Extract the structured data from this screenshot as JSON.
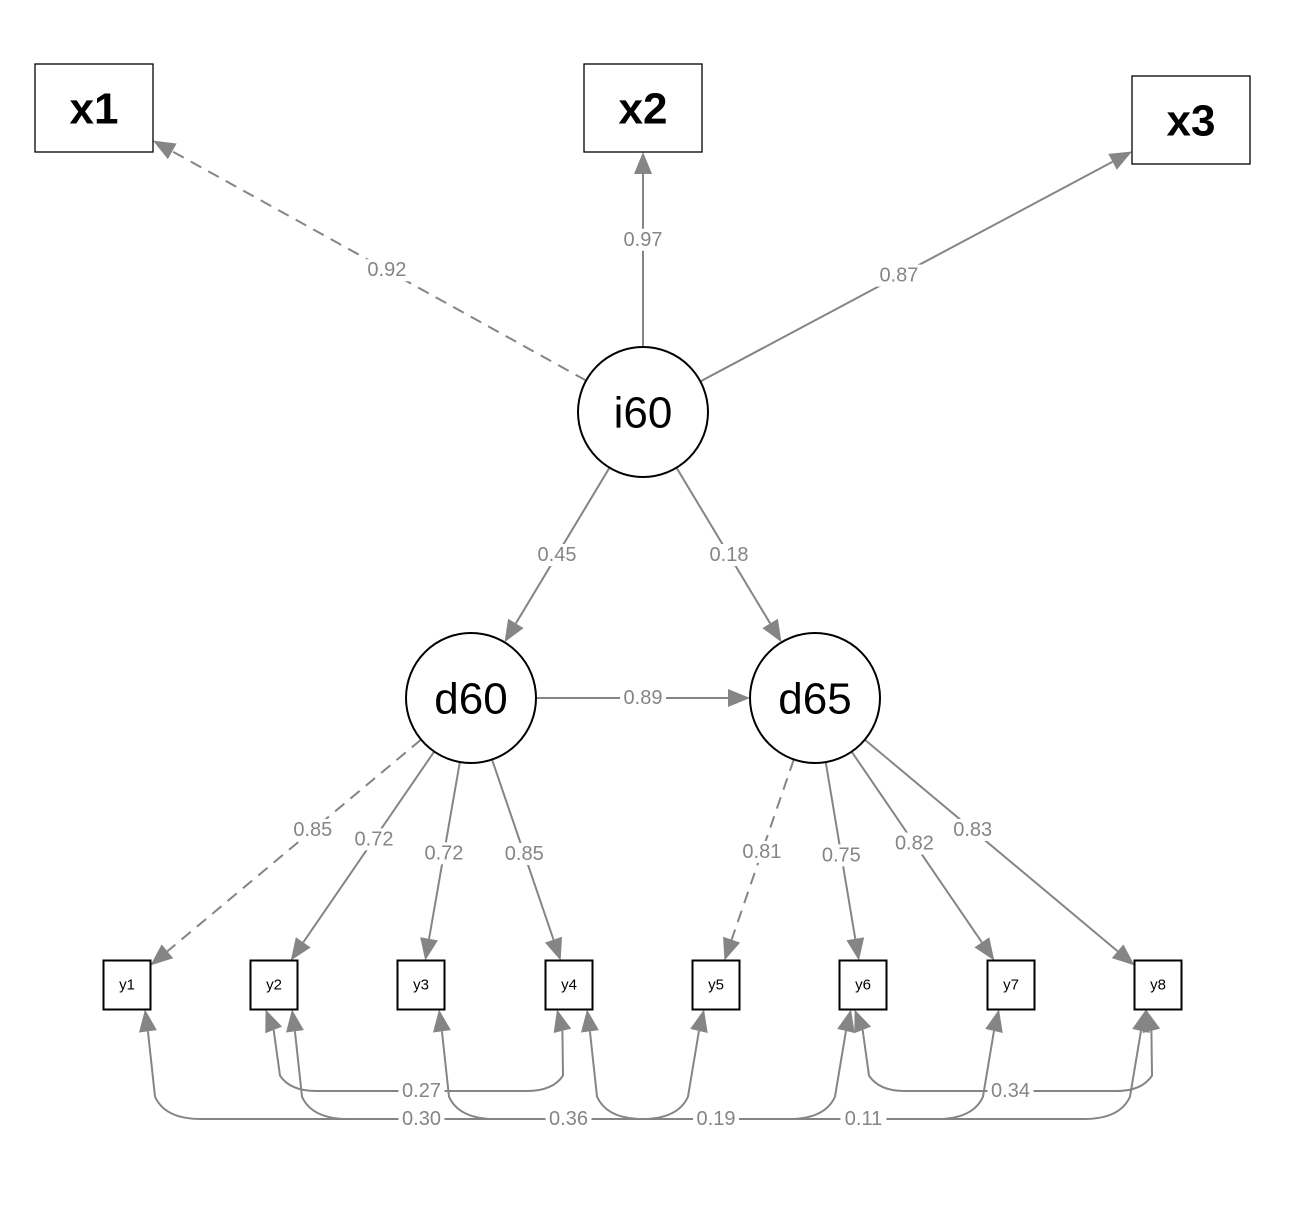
{
  "diagram": {
    "type": "structural-equation-model path diagram",
    "edge_color": "#858585",
    "node_border_color": "#000000",
    "observed_large": [
      {
        "id": "x1",
        "label": "x1"
      },
      {
        "id": "x2",
        "label": "x2"
      },
      {
        "id": "x3",
        "label": "x3"
      }
    ],
    "latent": [
      {
        "id": "i60",
        "label": "i60"
      },
      {
        "id": "d60",
        "label": "d60"
      },
      {
        "id": "d65",
        "label": "d65"
      }
    ],
    "observed_small": [
      {
        "id": "y1",
        "label": "y1"
      },
      {
        "id": "y2",
        "label": "y2"
      },
      {
        "id": "y3",
        "label": "y3"
      },
      {
        "id": "y4",
        "label": "y4"
      },
      {
        "id": "y5",
        "label": "y5"
      },
      {
        "id": "y6",
        "label": "y6"
      },
      {
        "id": "y7",
        "label": "y7"
      },
      {
        "id": "y8",
        "label": "y8"
      }
    ],
    "loadings": [
      {
        "from": "i60",
        "to": "x1",
        "value": "0.92",
        "fixed": true
      },
      {
        "from": "i60",
        "to": "x2",
        "value": "0.97",
        "fixed": false
      },
      {
        "from": "i60",
        "to": "x3",
        "value": "0.87",
        "fixed": false
      },
      {
        "from": "d60",
        "to": "y1",
        "value": "0.85",
        "fixed": true
      },
      {
        "from": "d60",
        "to": "y2",
        "value": "0.72",
        "fixed": false
      },
      {
        "from": "d60",
        "to": "y3",
        "value": "0.72",
        "fixed": false
      },
      {
        "from": "d60",
        "to": "y4",
        "value": "0.85",
        "fixed": false
      },
      {
        "from": "d65",
        "to": "y5",
        "value": "0.81",
        "fixed": true
      },
      {
        "from": "d65",
        "to": "y6",
        "value": "0.75",
        "fixed": false
      },
      {
        "from": "d65",
        "to": "y7",
        "value": "0.82",
        "fixed": false
      },
      {
        "from": "d65",
        "to": "y8",
        "value": "0.83",
        "fixed": false
      }
    ],
    "regressions": [
      {
        "from": "i60",
        "to": "d60",
        "value": "0.45"
      },
      {
        "from": "i60",
        "to": "d65",
        "value": "0.18"
      },
      {
        "from": "d60",
        "to": "d65",
        "value": "0.89"
      }
    ],
    "covariances": [
      {
        "a": "y2",
        "b": "y4",
        "value": "0.27",
        "track": "upper"
      },
      {
        "a": "y6",
        "b": "y8",
        "value": "0.34",
        "track": "upper"
      },
      {
        "a": "y1",
        "b": "y5",
        "value": "0.30",
        "track": "lower"
      },
      {
        "a": "y2",
        "b": "y6",
        "value": "0.36",
        "track": "lower"
      },
      {
        "a": "y3",
        "b": "y7",
        "value": "0.19",
        "track": "lower"
      },
      {
        "a": "y4",
        "b": "y8",
        "value": "0.11",
        "track": "lower"
      }
    ]
  }
}
